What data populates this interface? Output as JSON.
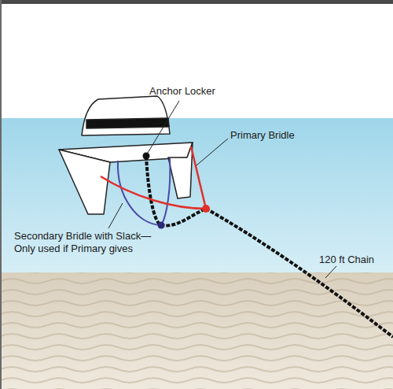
{
  "diagram": {
    "labels": [
      "Anchor Locker",
      "Primary Bridle",
      "Secondary Bridle with Slack— Only used if Primary gives",
      "120 ft Chain"
    ]
  }
}
